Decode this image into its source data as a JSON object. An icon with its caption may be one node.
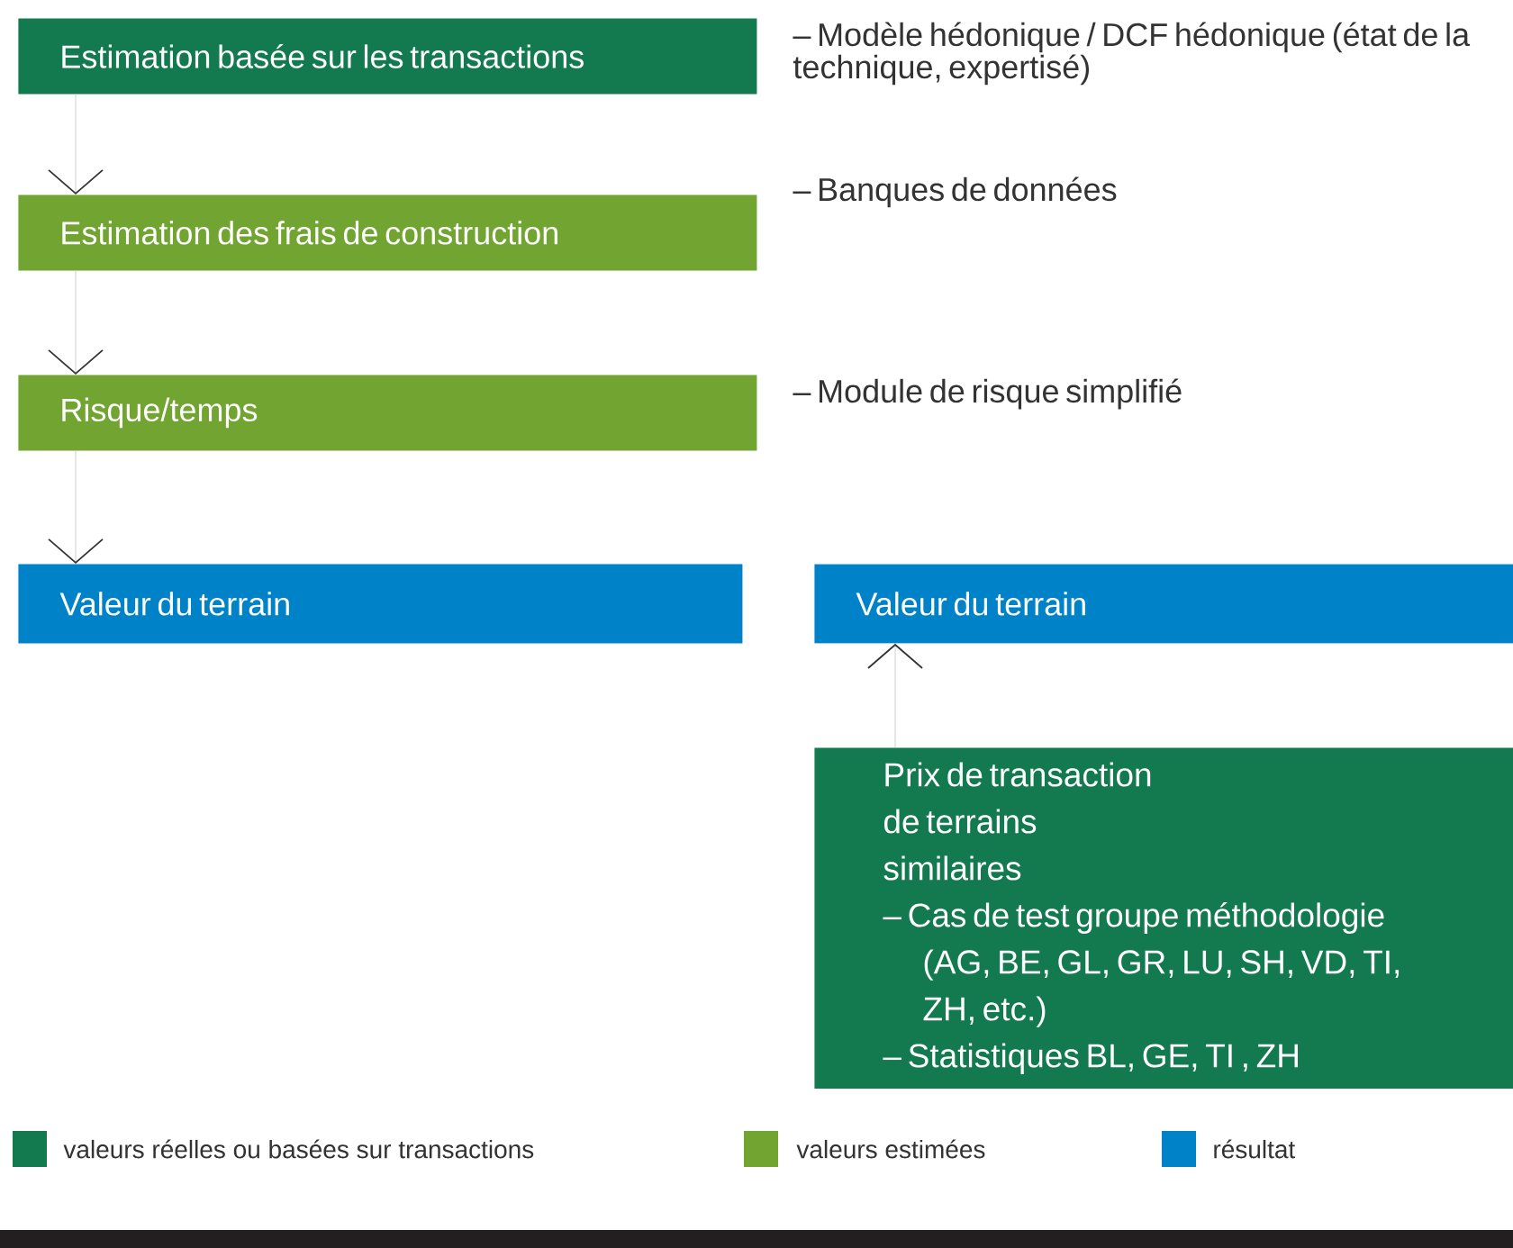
{
  "diagram": {
    "nodes": [
      {
        "text": [
          "Estimation basée sur les transactions"
        ],
        "beside": [
          "– Modèle hédonique / DCF hédonique (état de la technique, expertisé)"
        ]
      },
      {
        "text": [
          "Estimation des frais de construction"
        ],
        "beside": [
          "– Banques de données"
        ]
      },
      {
        "text": [
          "Risque/temps"
        ],
        "beside": [
          "– Module de risque simplifié"
        ]
      },
      {
        "text": [
          "Valeur du terrain"
        ]
      },
      {
        "text": [
          "Valeur du terrain"
        ]
      },
      {
        "text": [
          "Prix de transaction de terrains similaires",
          "– Cas de test groupe méthodologie (AG, BE, GL, GR, LU, SH, VD, TI, ZH, etc.)",
          "– Statistiques BL, GE, TI , ZH"
        ]
      }
    ],
    "edges": [
      {
        "from": 0,
        "to": 1,
        "arrow": "to"
      },
      {
        "from": 1,
        "to": 2,
        "arrow": "to"
      },
      {
        "from": 2,
        "to": 3,
        "arrow": "to"
      },
      {
        "from": 5,
        "to": 4,
        "arrow": "to"
      }
    ],
    "legend": [
      {
        "text": "valeurs réelles ou basées sur transactions",
        "color": "#137a4f"
      },
      {
        "text": "valeurs estimées",
        "color": "#72a432"
      },
      {
        "text": "résultat",
        "color": "#0082c8"
      }
    ]
  }
}
